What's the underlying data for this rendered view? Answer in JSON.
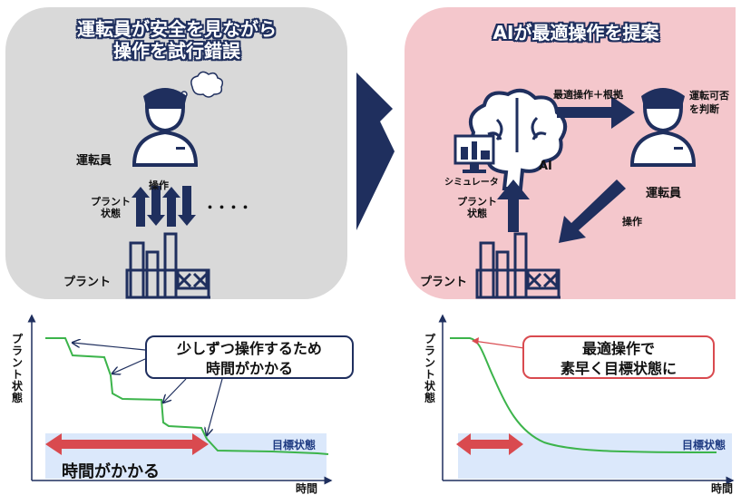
{
  "left_panel": {
    "title_line1": "運転員が安全を見ながら",
    "title_line2": "操作を試行錯誤",
    "operator_label": "運転員",
    "operation_label": "操作",
    "plant_state_line1": "プラント",
    "plant_state_line2": "状態",
    "dots": "・・・・",
    "plant_label": "プラント"
  },
  "right_panel": {
    "title": "AIが最適操作を提案",
    "suggest_label": "最適操作＋根拠",
    "judge_line1": "運転可否",
    "judge_line2": "を判断",
    "simulator_label": "シミュレータ",
    "ai_label": "AI",
    "operator_label": "運転員",
    "plant_state_line1": "プラント",
    "plant_state_line2": "状態",
    "operation_label": "操作",
    "plant_label": "プラント"
  },
  "left_chart": {
    "ylabel": "プラント状態",
    "xlabel": "時間",
    "callout_line1": "少しずつ操作するため",
    "callout_line2": "時間がかかる",
    "target_label": "目標状態",
    "duration_label": "時間がかかる"
  },
  "right_chart": {
    "ylabel": "プラント状態",
    "xlabel": "時間",
    "callout_line1": "最適操作で",
    "callout_line2": "素早く目標状態に",
    "target_label": "目標状態"
  },
  "colors": {
    "navy": "#1f2f5e",
    "curve": "#3cb44b",
    "target_band": "#dbe8fb",
    "red_arrow": "#d94a4f",
    "left_panel_bg": "#d9d9d9",
    "right_panel_bg": "#f4c7cc"
  }
}
